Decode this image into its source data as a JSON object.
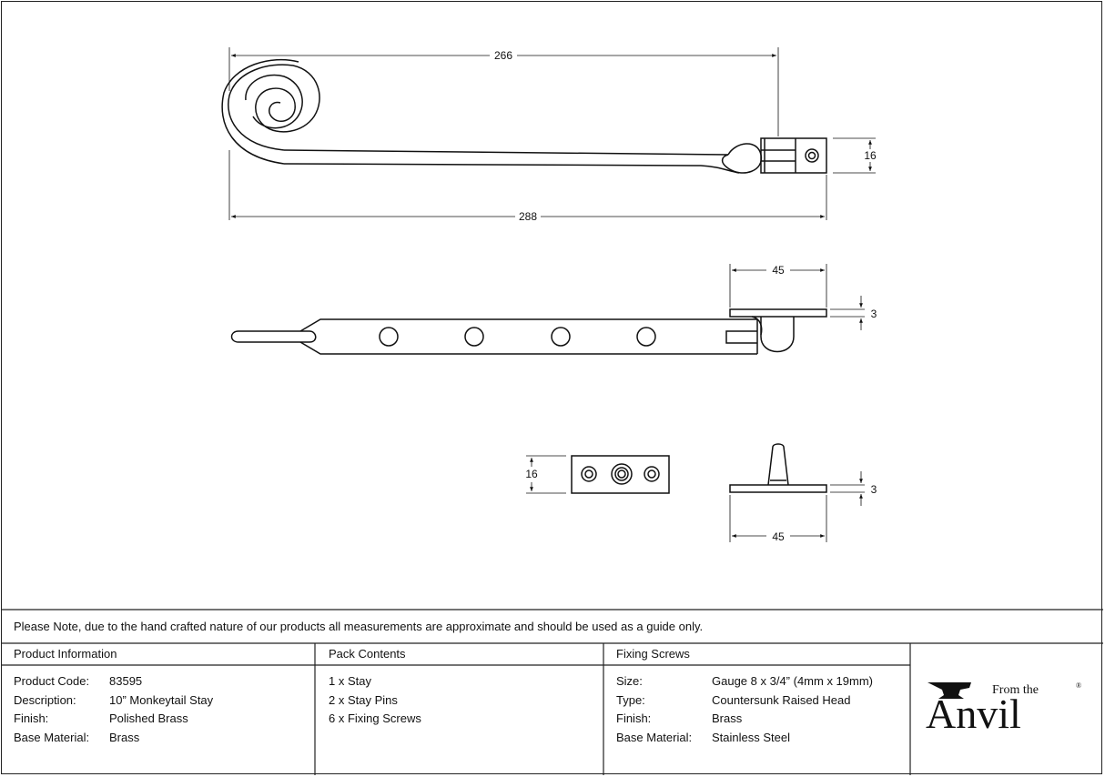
{
  "dimensions": {
    "top_length": "266",
    "overall_length": "288",
    "height_top": "16",
    "pin_plate_width": "45",
    "pin_plate_thickness": "3",
    "plate_height": "16",
    "pin_plate_width_lower": "45",
    "pin_plate_thickness_lower": "3"
  },
  "note": "Please Note, due to the hand crafted nature of our products all measurements are approximate and should be used as a guide only.",
  "product_info": {
    "header": "Product Information",
    "rows": [
      {
        "label": "Product Code:",
        "value": "83595"
      },
      {
        "label": "Description:",
        "value": "10” Monkeytail Stay"
      },
      {
        "label": "Finish:",
        "value": "Polished Brass"
      },
      {
        "label": "Base Material:",
        "value": "Brass"
      }
    ]
  },
  "pack_contents": {
    "header": "Pack Contents",
    "items": [
      "1 x Stay",
      "2 x Stay Pins",
      "6 x Fixing Screws"
    ]
  },
  "fixing_screws": {
    "header": "Fixing Screws",
    "rows": [
      {
        "label": "Size:",
        "value": "Gauge 8 x 3/4” (4mm x 19mm)"
      },
      {
        "label": "Type:",
        "value": "Countersunk Raised Head"
      },
      {
        "label": "Finish:",
        "value": "Brass"
      },
      {
        "label": "Base Material:",
        "value": "Stainless Steel"
      }
    ]
  },
  "brand": {
    "from_the": "From the",
    "name": "Anvil",
    "mark": "®"
  }
}
